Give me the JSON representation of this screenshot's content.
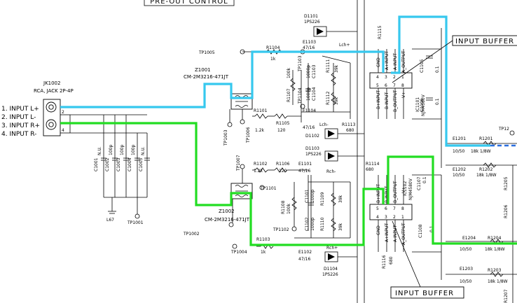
{
  "header": {
    "title": "PRE-OUT CONTROL"
  },
  "labels": {
    "input_buffer_top": "INPUT BUFFER",
    "input_buffer_bottom": "INPUT BUFFER",
    "jack_ref": "JK1002",
    "jack_desc": "RCA, JACK 2P-4P",
    "pin1": "1. INPUT L+",
    "pin2": "2. INPUT L-",
    "pin3": "3. INPUT R+",
    "pin4": "4. INPUT R-",
    "z1001": "Z1001",
    "z1001_pn": "CM-2M3216-471JT",
    "z1002": "Z1002",
    "z1002_pn": "CM-2M3216-471JT",
    "ic1101": "IC1101",
    "ic1101_pn": "NJM4580V",
    "ic1102": "IC1102",
    "ic1102_pn": "NJM4580V",
    "d1101": "D1101",
    "d1101_pn": "1PS226",
    "d1102": "D1102",
    "d1103": "D1103",
    "d1103_pn": "1PS226",
    "d1104": "D1104",
    "d1104_pn": "1PS226",
    "r1115": "R1115",
    "r1104": "R1104",
    "r1104_v": "1k",
    "r1107": "R1107",
    "r1107_v": "100k",
    "r1111": "R1111",
    "r1111_v": "39k",
    "r1112": "R1112",
    "r1112_v": "39k",
    "r1101": "R1101",
    "r1101_v": "1.2k",
    "r1105": "R1105",
    "r1105_v": "120",
    "r1113": "R1113",
    "r1113_v": "680",
    "r1102": "R1102",
    "r1102_v": "1.2k",
    "r1106": "R1106",
    "r1106_v": "120",
    "r1114": "R1114",
    "r1114_v": "680",
    "r1108": "R1108",
    "r1108_v": "100k",
    "r1109": "R1109",
    "r1109_v": "39k",
    "r1110": "R1110",
    "r1110_v": "39k",
    "r1103": "R1103",
    "r1103_v": "1k",
    "r1116": "R1116",
    "r1116_v": "680",
    "c1103": "C1103",
    "c1103_v": "1000p",
    "c1104": "C1104",
    "c1104_v": "1000p",
    "c1101": "C1101",
    "c1101_v": "1000p",
    "c1102": "C1102",
    "c1102_v": "1000p",
    "c1105": "C1105",
    "c1105_v": "0.1",
    "c1106": "C1106",
    "c1106_v": "0.1",
    "c1107": "C1107",
    "c1107_v": "0.1",
    "c1108": "C1108",
    "c1108_v": "0.1",
    "e1103": "E1103",
    "e1103_v": "47/16",
    "e1104": "E1104",
    "e1104_v": "47/16",
    "e1101": "E1101",
    "e1101_v": "47/16",
    "e1102": "E1102",
    "e1102_v": "47/16",
    "e1201": "E1201",
    "e1201_v": "10/50",
    "e1202": "E1202",
    "e1202_v": "10/50",
    "e1203": "E1203",
    "e1203_v": "10/50",
    "e1204": "E1204",
    "e1204_v": "10/50",
    "r1201": "R1201",
    "r1201_v": "18k 1/8W",
    "r1202": "R1202",
    "r1202_v": "18k 1/8W",
    "r1203": "R1203",
    "r1203_v": "18k 1/8W",
    "r1204": "R1204",
    "r1204_v": "18k 1/8W",
    "r1205": "R1205",
    "r1206": "R1206",
    "r1207": "R1207",
    "c1001": "C1001",
    "c1002": "C1002",
    "c1003": "C1003",
    "c1004": "C1004",
    "c1005": "C1005",
    "c_nu": "N.U.",
    "c_100p": "100p",
    "l67": "L67",
    "tp1001": "TP1001",
    "tp1002": "TP1002",
    "tp1003": "TP1003",
    "tp1004": "TP1004",
    "tp1005": "TP1005",
    "tp1006": "TP1006",
    "tp1007": "TP1007",
    "tp1101": "TP1101",
    "tp1102": "TP1102",
    "tp1103": "TP1103",
    "tp1104": "TP1104",
    "tp12": "TP12",
    "lch_p": "Lch+",
    "lch_m": "Lch-",
    "rch_m": "Rch-",
    "rch_p": "Rch+",
    "pin_gnd": "GND",
    "pin_ainp": "A+INPUT",
    "pin_ainm": "A-INPUT",
    "pin_aout": "A_OUTPUT",
    "pin_vp": "V+",
    "pin_boutput": "B_OUTPUT",
    "pin_binm": "B-INPUT",
    "pin_binp": "B+INPUT",
    "n1": "1",
    "n2": "2",
    "n3": "3",
    "n4": "4",
    "n5": "5",
    "n6": "6",
    "n7": "7",
    "n8": "8"
  },
  "colors": {
    "left_channel": "#36c8ee",
    "right_channel": "#22dd22",
    "output_path": "#2a6fe0"
  }
}
